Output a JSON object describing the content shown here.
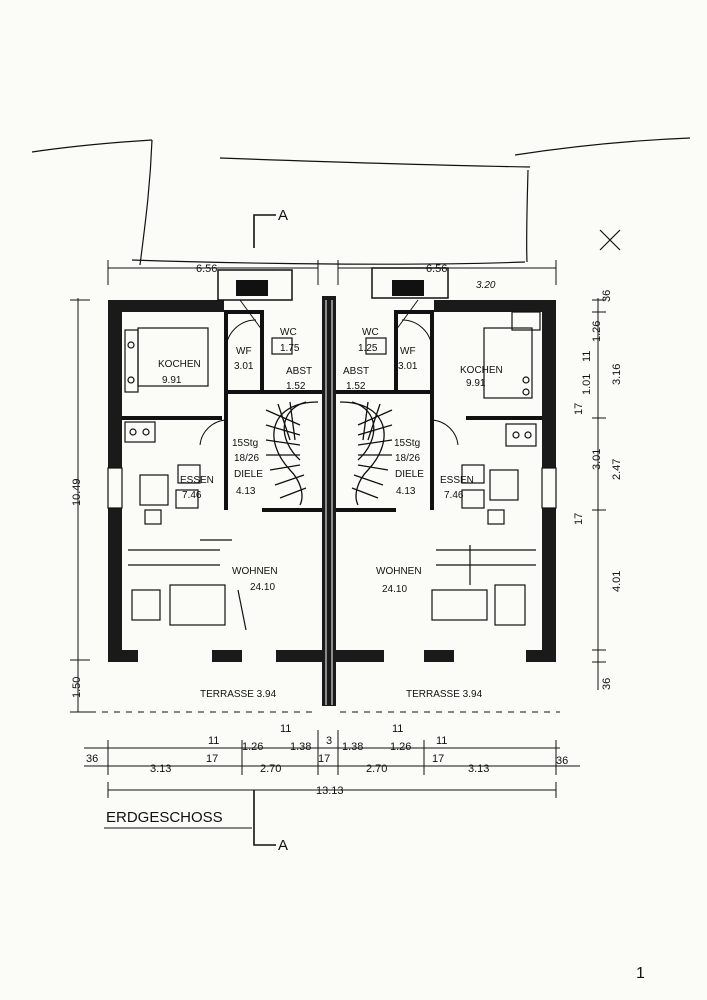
{
  "rooms": {
    "left_kitchen": "KOCHEN",
    "left_kitchen_area": "9.91",
    "left_wf": "WF",
    "left_wf_area": "3.01",
    "left_wc": "WC",
    "left_wc_area": "1.75",
    "left_abst": "ABST",
    "left_abst_area": "1.52",
    "left_stair": "15Stg",
    "left_stair_ratio": "18/26",
    "left_diele": "DIELE",
    "left_diele_area": "4.13",
    "left_essen": "ESSEN",
    "left_essen_area": "7.46",
    "left_wohnen": "WOHNEN",
    "left_wohnen_area": "24.10",
    "right_kitchen": "KOCHEN",
    "right_kitchen_area": "9.91",
    "right_wf": "WF",
    "right_wf_area": "3.01",
    "right_wc": "WC",
    "right_wc_area": "1.25",
    "right_abst": "ABST",
    "right_abst_area": "1.52",
    "right_stair": "15Stg",
    "right_stair_ratio": "18/26",
    "right_diele": "DIELE",
    "right_diele_area": "4.13",
    "right_essen": "ESSEN",
    "right_essen_area": "7.46",
    "right_wohnen": "WOHNEN",
    "right_wohnen_area": "24.10",
    "terrasse_left": "TERRASSE 3.94",
    "terrasse_right": "TERRASSE 3.94"
  },
  "dimensions": {
    "top_left": "6.56",
    "top_right": "6.56",
    "handwritten": "3.20",
    "left_total": "10.49",
    "left_terrace": "1.50",
    "right_top": "36",
    "right_1": "1.26",
    "right_2": "3.16",
    "right_3": "3.01",
    "right_4": "2.47",
    "right_5": "4.01",
    "right_bottom": "36",
    "right_small_1": "11",
    "right_small_2": "1.01",
    "right_small_3": "17",
    "right_small_4": "17",
    "row1": [
      "11",
      "1.26",
      "11",
      "1.38",
      "3",
      "1.38",
      "11",
      "1.26",
      "11"
    ],
    "row2": [
      "36",
      "3.13",
      "17",
      "2.70",
      "17",
      "2.70",
      "17",
      "3.13",
      "36"
    ],
    "overall": "13.13"
  },
  "section_marker": "A",
  "floor_title": "ERDGESCHOSS",
  "page_number": "1"
}
